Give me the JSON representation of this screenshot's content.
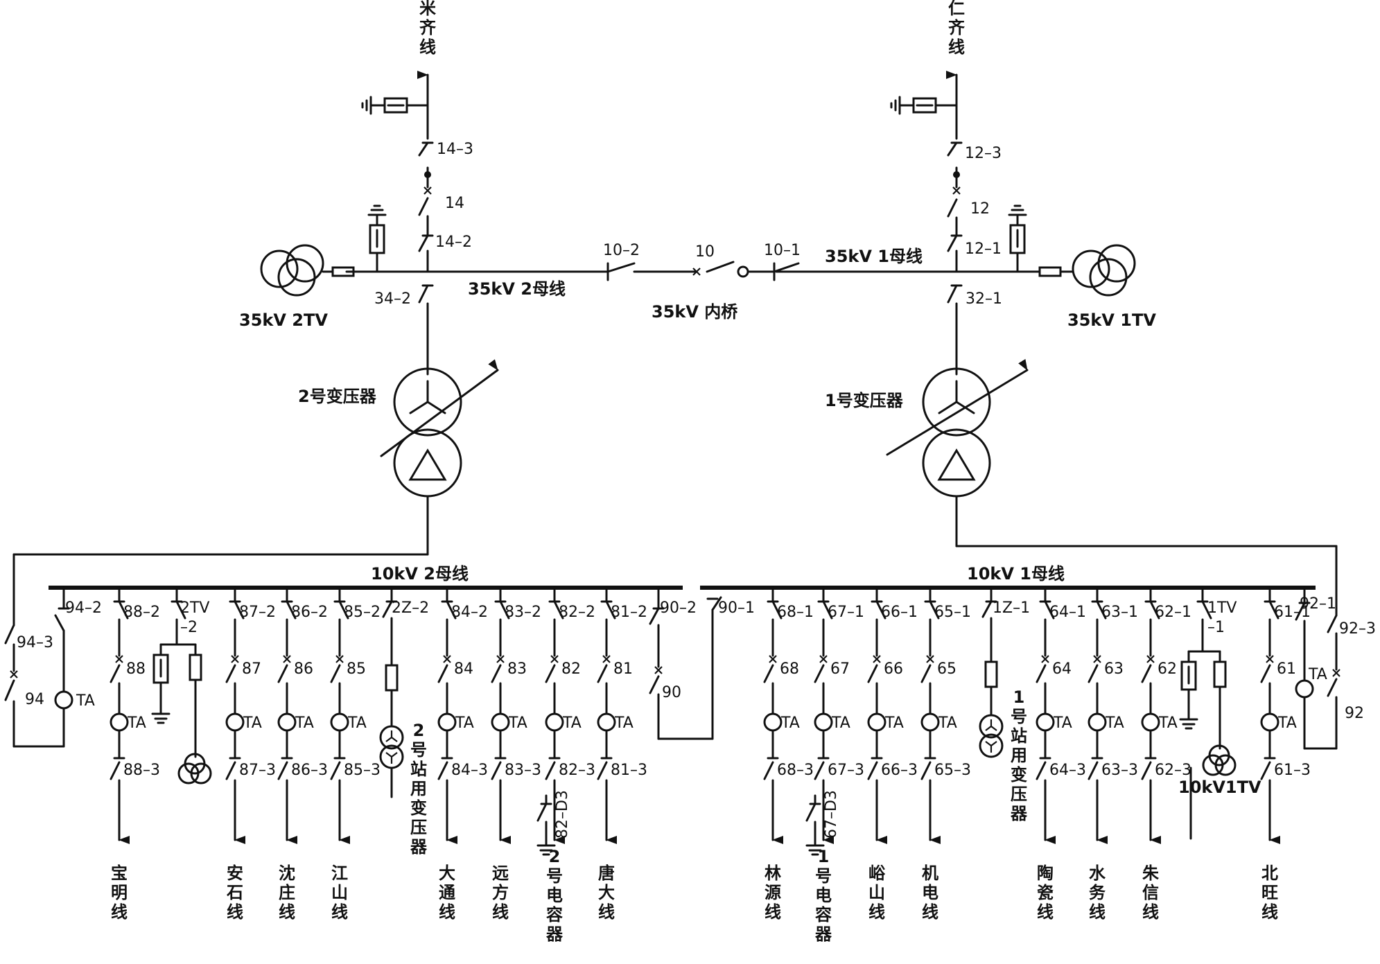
{
  "lines_35kv": {
    "left": {
      "name": "米齐线",
      "disc_line": "14–3",
      "breaker": "14",
      "disc_bus": "14–2"
    },
    "right": {
      "name": "仁齐线",
      "disc_line": "12–3",
      "breaker": "12",
      "disc_bus": "12–1"
    }
  },
  "bus_35kv": {
    "left": "35kV 2母线",
    "right": "35kV 1母线"
  },
  "bridge": {
    "name": "35kV 内桥",
    "disc_left": "10–2",
    "breaker": "10",
    "disc_right": "10–1"
  },
  "tv_35kv": {
    "left": "35kV 2TV",
    "right": "35kV 1TV"
  },
  "transformers": {
    "t2": {
      "name": "2号变压器",
      "disc": "34–2"
    },
    "t1": {
      "name": "1号变压器",
      "disc": "32–1"
    }
  },
  "bus_10kv": {
    "left": "10kV 2母线",
    "right": "10kV 1母线"
  },
  "incomer_2": {
    "disc": "94–3",
    "breaker": "94",
    "disc_bus": "94–2",
    "ct": "TA"
  },
  "incomer_1": {
    "disc": "92–3",
    "breaker": "92",
    "disc_bus": "92–1",
    "ct": "TA"
  },
  "tie": {
    "left": "90–2",
    "breaker": "90",
    "right": "90–1"
  },
  "feeders_left": [
    {
      "top": "88–2",
      "brk": "88",
      "bot": "88–3",
      "ct": "TA",
      "name": "宝明线"
    },
    {
      "top": "87–2",
      "brk": "87",
      "bot": "87–3",
      "ct": "TA",
      "name": "安石线"
    },
    {
      "top": "86–2",
      "brk": "86",
      "bot": "86–3",
      "ct": "TA",
      "name": "沈庄线"
    },
    {
      "top": "85–2",
      "brk": "85",
      "bot": "85–3",
      "ct": "TA",
      "name": "江山线"
    },
    {
      "top": "84–2",
      "brk": "84",
      "bot": "84–3",
      "ct": "TA",
      "name": "大通线"
    },
    {
      "top": "83–2",
      "brk": "83",
      "bot": "83–3",
      "ct": "TA",
      "name": "远方线"
    },
    {
      "top": "82–2",
      "brk": "82",
      "bot": "82–3",
      "ct": "TA",
      "name": "2号电容器",
      "earth": "82–D3"
    },
    {
      "top": "81–2",
      "brk": "81",
      "bot": "81–3",
      "ct": "TA",
      "name": "唐大线"
    }
  ],
  "feeders_right": [
    {
      "top": "68–1",
      "brk": "68",
      "bot": "68–3",
      "ct": "TA",
      "name": "林源线"
    },
    {
      "top": "67–1",
      "brk": "67",
      "bot": "67–3",
      "ct": "TA",
      "name": "1号电容器",
      "earth": "67–D3"
    },
    {
      "top": "66–1",
      "brk": "66",
      "bot": "66–3",
      "ct": "TA",
      "name": "峪山线"
    },
    {
      "top": "65–1",
      "brk": "65",
      "bot": "65–3",
      "ct": "TA",
      "name": "机电线"
    },
    {
      "top": "64–1",
      "brk": "64",
      "bot": "64–3",
      "ct": "TA",
      "name": "陶瓷线"
    },
    {
      "top": "63–1",
      "brk": "63",
      "bot": "63–3",
      "ct": "TA",
      "name": "水务线"
    },
    {
      "top": "62–1",
      "brk": "62",
      "bot": "62–3",
      "ct": "TA",
      "name": "朱信线"
    },
    {
      "top": "61–1",
      "brk": "61",
      "bot": "61–3",
      "ct": "TA",
      "name": "北旺线"
    }
  ],
  "station_tx": {
    "left": {
      "disc": "2Z–2",
      "name": "2号站用变压器"
    },
    "right": {
      "disc": "1Z–1",
      "name": "1号站用变压器"
    }
  },
  "tv_10kv": {
    "left": {
      "disc_a": "2TV",
      "disc_b": "–2"
    },
    "right": {
      "disc_a": "1TV",
      "disc_b": "–1",
      "name": "10kV1TV"
    }
  }
}
